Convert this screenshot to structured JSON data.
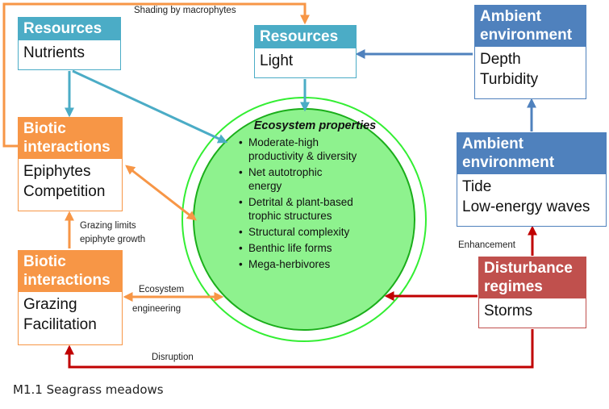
{
  "colors": {
    "teal": "#4BACC6",
    "blue": "#4F81BD",
    "orange": "#F79646",
    "red": "#C0504D",
    "circle_fill": "#8EF28E",
    "circle_stroke": "#1AAE1A",
    "outer_ring": "#33EE33"
  },
  "boxes": {
    "resources_nutrients": {
      "title": "Resources",
      "items": [
        "Nutrients"
      ]
    },
    "resources_light": {
      "title": "Resources",
      "items": [
        "Light"
      ]
    },
    "ambient_depth": {
      "title_lines": [
        "Ambient",
        "environment"
      ],
      "items": [
        "Depth",
        "Turbidity"
      ]
    },
    "ambient_tide": {
      "title_lines": [
        "Ambient",
        "environment"
      ],
      "items": [
        "Tide",
        "Low-energy waves"
      ]
    },
    "biotic_epiphytes": {
      "title_lines": [
        "Biotic",
        "interactions"
      ],
      "items": [
        "Epiphytes",
        "Competition"
      ]
    },
    "biotic_grazing": {
      "title_lines": [
        "Biotic",
        "interactions"
      ],
      "items": [
        "Grazing",
        "Facilitation"
      ]
    },
    "disturbance": {
      "title_lines": [
        "Disturbance",
        "regimes"
      ],
      "items": [
        "Storms"
      ]
    }
  },
  "ecosystem": {
    "title": "Ecosystem properties",
    "bullets": [
      [
        "Moderate-high",
        "productivity & diversity"
      ],
      [
        "Net autotrophic",
        "energy"
      ],
      [
        "Detrital & plant-based",
        "trophic structures"
      ],
      [
        "Structural complexity"
      ],
      [
        "Benthic life forms"
      ],
      [
        "Mega-herbivores"
      ]
    ]
  },
  "edge_labels": {
    "shading": "Shading by macrophytes",
    "grazing_limits": [
      "Grazing limits",
      "epiphyte growth"
    ],
    "eco_engineering": [
      "Ecosystem",
      "engineering"
    ],
    "enhancement": "Enhancement",
    "disruption": "Disruption"
  },
  "caption": "M1.1 Seagrass meadows"
}
